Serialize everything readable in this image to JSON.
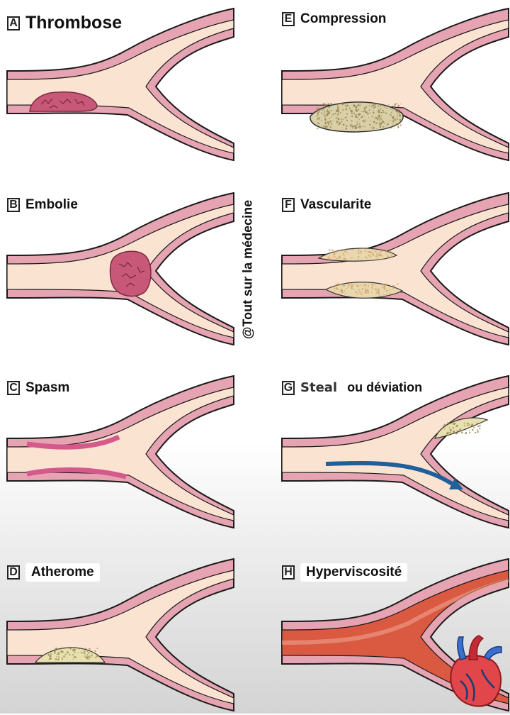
{
  "watermark": "@Tout sur la médecine",
  "panels": [
    {
      "letter": "A",
      "title": "Thrombose",
      "lesion": "thrombus"
    },
    {
      "letter": "E",
      "title": "Compression",
      "lesion": "external-mass"
    },
    {
      "letter": "B",
      "title": "Embolie",
      "lesion": "embolus"
    },
    {
      "letter": "F",
      "title": "Vascularite",
      "lesion": "wall-inflammation"
    },
    {
      "letter": "C",
      "title": "Spasm",
      "lesion": "vasospasm"
    },
    {
      "letter": "G",
      "title": "Steal",
      "title_suffix": "ou déviation",
      "lesion": "blood-flow-steal"
    },
    {
      "letter": "D",
      "title": "Atherome",
      "lesion": "atheroma-plaque"
    },
    {
      "letter": "H",
      "title": "Hyperviscosité",
      "lesion": "viscous-blood"
    }
  ],
  "colors": {
    "vessel_wall": "#e6a3b2",
    "vessel_outline": "#1a1a1a",
    "lumen": "#fbe3d2",
    "thrombus": "#c85878",
    "plaque": "#e8e0b0",
    "mass": "#d9cfa8",
    "spasm_wall": "#d45a8c",
    "flow_arrow": "#1f5f9a",
    "viscous_blood": "#d95a40"
  },
  "icons": {
    "heart": "anatomical-heart-icon"
  }
}
